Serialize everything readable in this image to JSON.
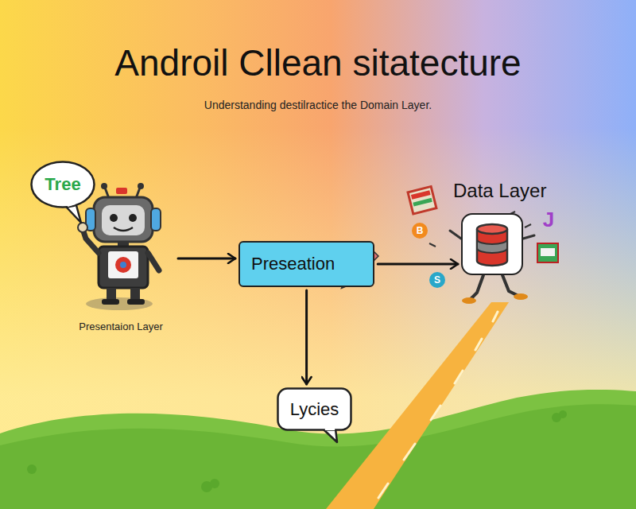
{
  "diagram": {
    "title": "Androil Cllean sitatecture",
    "caption": "Understanding destilractice the Domain Layer.",
    "nodes": [
      {
        "text": [
          "Tree"
        ]
      },
      {
        "text": [
          "Data Layer"
        ]
      },
      {
        "text": [
          "Presentaion Layer"
        ]
      },
      {
        "text": [
          "Preseation"
        ]
      },
      {
        "text": [
          "Lycies"
        ]
      }
    ],
    "edges": [
      {
        "from": 2,
        "to": 3,
        "arrow": "to"
      },
      {
        "from": 3,
        "to": 1,
        "arrow": "to"
      },
      {
        "from": 3,
        "to": 4,
        "arrow": "to"
      }
    ],
    "labels": [
      "B",
      "S",
      "J"
    ]
  }
}
